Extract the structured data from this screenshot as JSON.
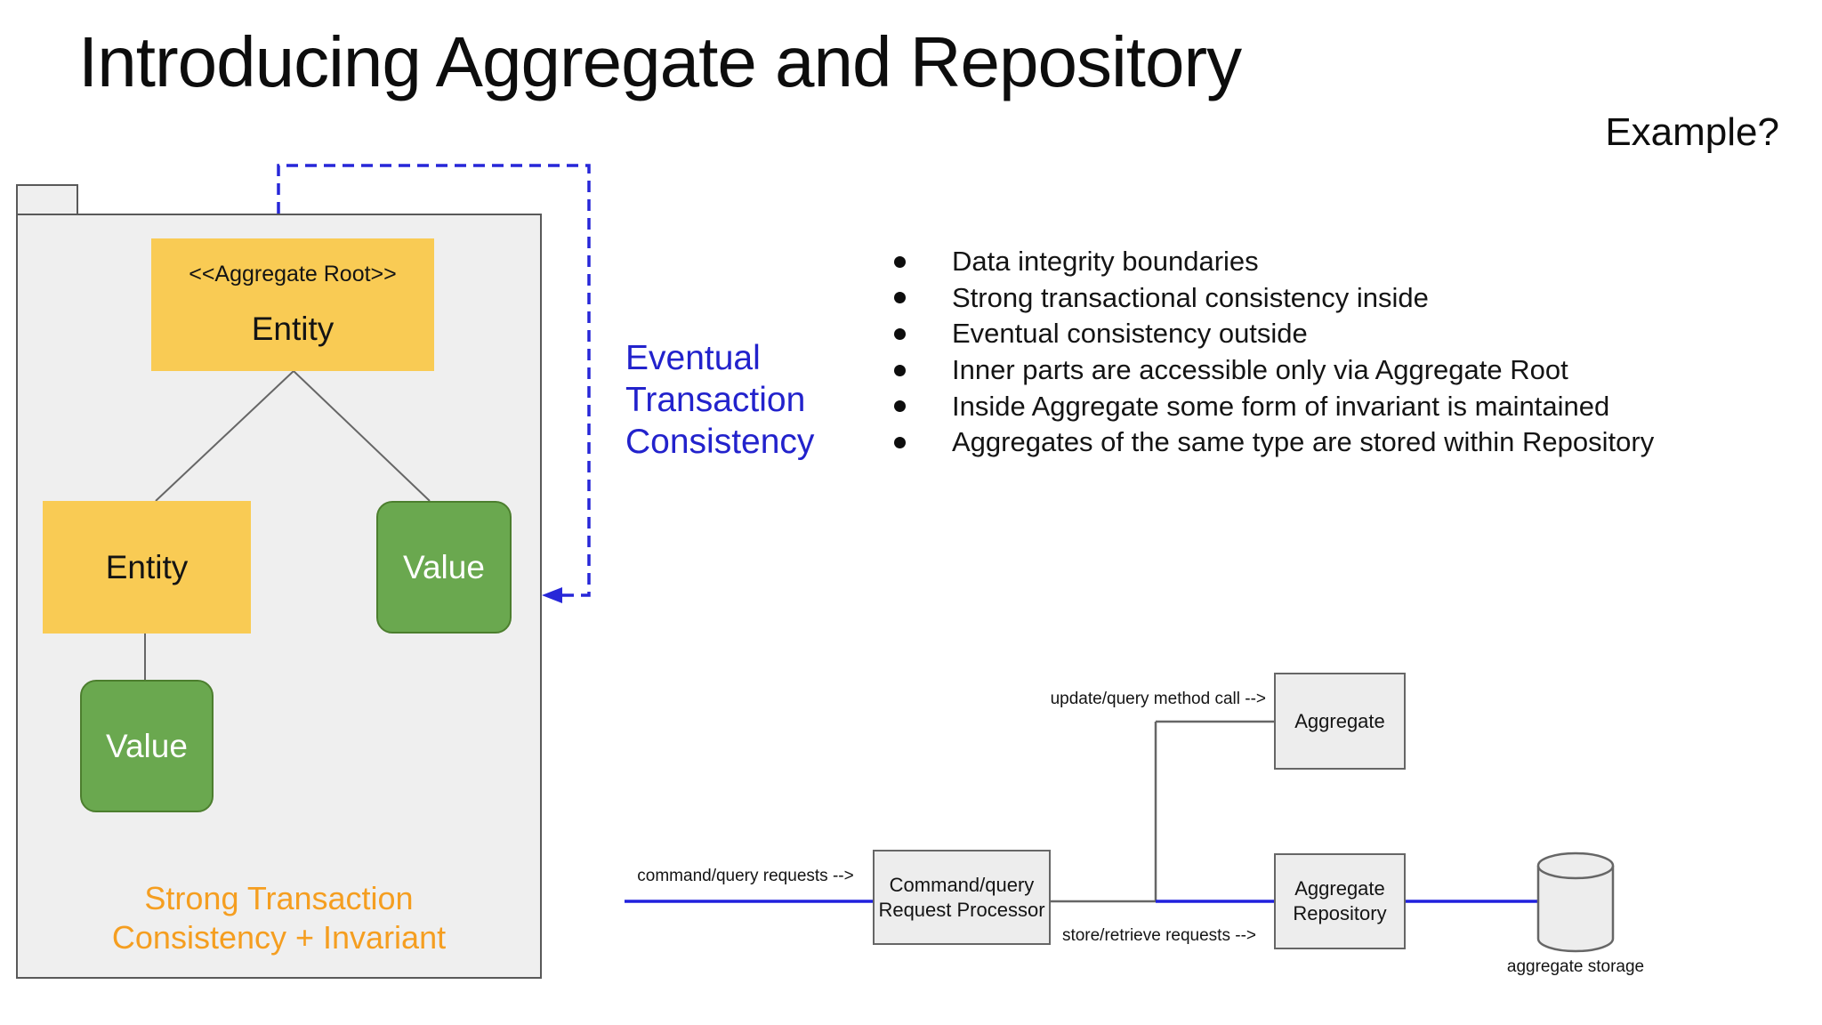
{
  "slide": {
    "title": "Introducing Aggregate and Repository",
    "example_label": "Example?"
  },
  "aggregate_diagram": {
    "root_stereotype": "<<Aggregate Root>>",
    "root_entity_label": "Entity",
    "child_entity_label": "Entity",
    "value_right_label": "Value",
    "value_bottom_label": "Value",
    "strong_line1": "Strong Transaction",
    "strong_line2": "Consistency + Invariant",
    "eventual_line1": "Eventual",
    "eventual_line2": "Transaction",
    "eventual_line3": "Consistency"
  },
  "bullets": {
    "items": [
      "Data integrity boundaries",
      "Strong transactional consistency inside",
      "Eventual consistency outside",
      "Inner parts are accessible only via Aggregate Root",
      "Inside Aggregate some form of invariant is maintained",
      "Aggregates of the same type are stored within Repository"
    ]
  },
  "flow_diagram": {
    "labels": {
      "command_requests": "command/query requests -->",
      "update_method_call": "update/query method call -->",
      "store_retrieve": "store/retrieve requests -->",
      "storage_caption": "aggregate storage"
    },
    "nodes": {
      "processor_line1": "Command/query",
      "processor_line2": "Request Processor",
      "aggregate_label": "Aggregate",
      "repository_line1": "Aggregate",
      "repository_line2": "Repository"
    }
  },
  "colors": {
    "entity_yellow": "#f9cb54",
    "value_green": "#6aa84f",
    "value_green_border": "#4c7e2e",
    "package_fill": "#efefef",
    "package_border": "#595959",
    "flow_box_fill": "#ededed",
    "connector_gray": "#666666",
    "accent_blue": "#2222cc",
    "accent_orange": "#f59e20",
    "text_black": "#0d0d0d"
  }
}
